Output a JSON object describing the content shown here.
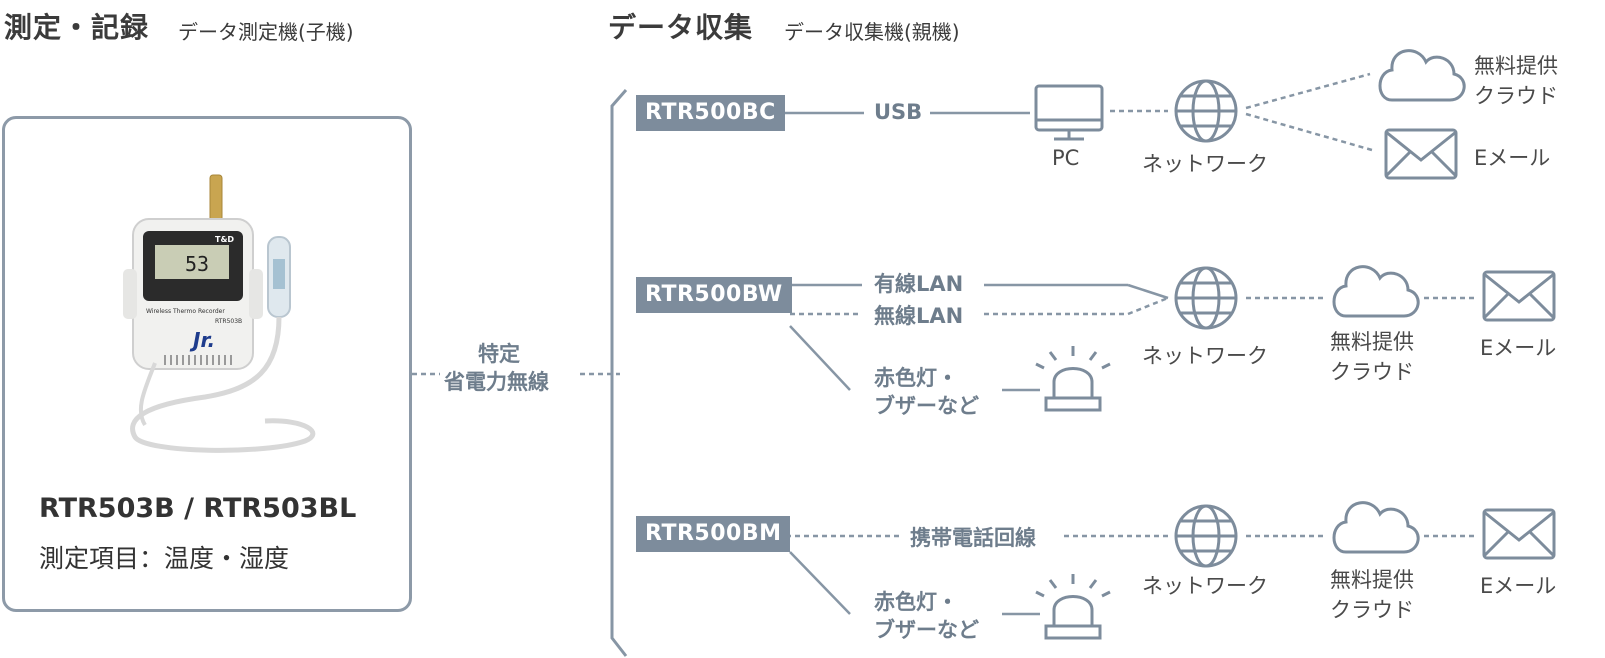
{
  "left_header": {
    "title": "測定・記録",
    "subtitle": "データ測定機(子機)"
  },
  "right_header": {
    "title": "データ収集",
    "subtitle": "データ収集機(親機)"
  },
  "device": {
    "model": "RTR503B / RTR503BL",
    "measure_items": "測定項目：温度・湿度",
    "lcd_value": "53",
    "brand": "T&D",
    "label_line": "Wireless Thermo Recorder",
    "label_model": "RTR503B",
    "logo": "Jr."
  },
  "link": {
    "line1": "特定",
    "line2": "省電力無線"
  },
  "rows": [
    {
      "tag": "RTR500BC",
      "connection": "USB",
      "pc_label": "PC",
      "network_label": "ネットワーク",
      "cloud_label_1": "無料提供",
      "cloud_label_2": "クラウド",
      "email_label": "Eメール"
    },
    {
      "tag": "RTR500BW",
      "connection_1": "有線LAN",
      "connection_2": "無線LAN",
      "alarm_1": "赤色灯・",
      "alarm_2": "ブザーなど",
      "network_label": "ネットワーク",
      "cloud_label_1": "無料提供",
      "cloud_label_2": "クラウド",
      "email_label": "Eメール"
    },
    {
      "tag": "RTR500BM",
      "connection": "携帯電話回線",
      "alarm_1": "赤色灯・",
      "alarm_2": "ブザーなど",
      "network_label": "ネットワーク",
      "cloud_label_1": "無料提供",
      "cloud_label_2": "クラウド",
      "email_label": "Eメール"
    }
  ],
  "colors": {
    "line": "#8796a5",
    "tag_bg": "#7d8c9c",
    "icon": "#7d8c9c",
    "text_blue": "#6e7d8c"
  }
}
